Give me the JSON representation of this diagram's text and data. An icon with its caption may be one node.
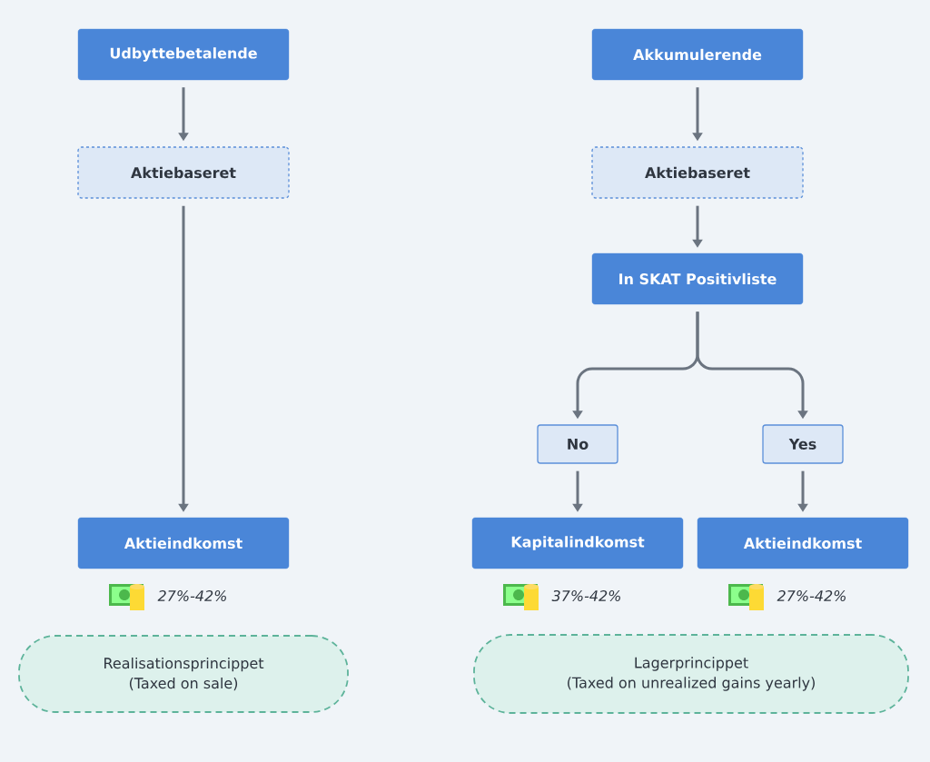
{
  "diagram": {
    "nodes": [
      {
        "text": [
          "Udbyttebetalende"
        ]
      },
      {
        "text": [
          "Aktiebaseret"
        ]
      },
      {
        "text": [
          "Aktieindkomst"
        ],
        "beside": [
          "27%-42%"
        ]
      },
      {
        "text": [
          "Realisationsprincippet",
          "(Taxed on sale)"
        ]
      },
      {
        "text": [
          "Akkumulerende"
        ]
      },
      {
        "text": [
          "Aktiebaseret"
        ]
      },
      {
        "text": [
          "In SKAT Positivliste"
        ]
      },
      {
        "text": [
          "No"
        ]
      },
      {
        "text": [
          "Yes"
        ]
      },
      {
        "text": [
          "Kapitalindkomst"
        ],
        "beside": [
          "37%-42%"
        ]
      },
      {
        "text": [
          "Aktieindkomst"
        ],
        "beside": [
          "27%-42%"
        ]
      },
      {
        "text": [
          "Lagerprincippet",
          "(Taxed on unrealized gains yearly)"
        ]
      }
    ],
    "edges": [
      {
        "from": 0,
        "to": 1,
        "arrow": "to"
      },
      {
        "from": 1,
        "to": 2,
        "arrow": "to"
      },
      {
        "from": 4,
        "to": 5,
        "arrow": "to"
      },
      {
        "from": 5,
        "to": 6,
        "arrow": "to"
      },
      {
        "from": 6,
        "to": 7,
        "arrow": "to"
      },
      {
        "from": 6,
        "to": 8,
        "arrow": "to"
      },
      {
        "from": 7,
        "to": 9,
        "arrow": "to"
      },
      {
        "from": 8,
        "to": 10,
        "arrow": "to"
      }
    ]
  }
}
